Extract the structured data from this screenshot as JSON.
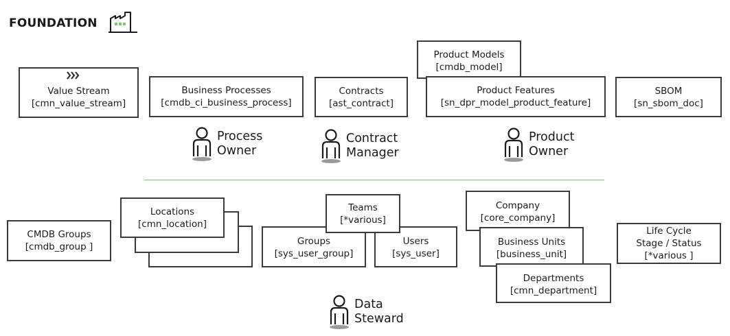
{
  "header": {
    "title": "FOUNDATION"
  },
  "icons": {
    "building": "factory-icon",
    "value_stream": "chevrons-icon",
    "person": "person-icon"
  },
  "colors": {
    "divider": "#7dc96a",
    "factory_windows": "#7dc96a",
    "box_border": "#3a3a3a"
  },
  "top_boxes": {
    "value_stream": {
      "name": "Value Stream",
      "table": "[cmn_value_stream]"
    },
    "business_processes": {
      "name": "Business Processes",
      "table": "[cmdb_ci_business_process]"
    },
    "contracts": {
      "name": "Contracts",
      "table": "[ast_contract]"
    },
    "product_models": {
      "name": "Product Models",
      "table": "[cmdb_model]"
    },
    "product_features": {
      "name": "Product Features",
      "table": "[sn_dpr_model_product_feature]"
    },
    "sbom": {
      "name": "SBOM",
      "table": "[sn_sbom_doc]"
    }
  },
  "top_roles": {
    "process_owner": {
      "line1": "Process",
      "line2": "Owner"
    },
    "contract_manager": {
      "line1": "Contract",
      "line2": "Manager"
    },
    "product_owner": {
      "line1": "Product",
      "line2": "Owner"
    }
  },
  "bottom_boxes": {
    "cmdb_groups": {
      "name": "CMDB Groups",
      "table": "[cmdb_group ]"
    },
    "locations": {
      "name": "Locations",
      "table": "[cmn_location]"
    },
    "teams": {
      "name": "Teams",
      "table": "[*various]"
    },
    "groups": {
      "name": "Groups",
      "table": "[sys_user_group]"
    },
    "users": {
      "name": "Users",
      "table": "[sys_user]"
    },
    "company": {
      "name": "Company",
      "table": "[core_company]"
    },
    "business_units": {
      "name": "Business Units",
      "table": "[business_unit]"
    },
    "departments": {
      "name": "Departments",
      "table": "[cmn_department]"
    },
    "life_cycle": {
      "line1": "Life Cycle",
      "line2": "Stage / Status",
      "table": "[*various ]"
    }
  },
  "bottom_roles": {
    "data_steward": {
      "line1": "Data",
      "line2": "Steward"
    }
  }
}
